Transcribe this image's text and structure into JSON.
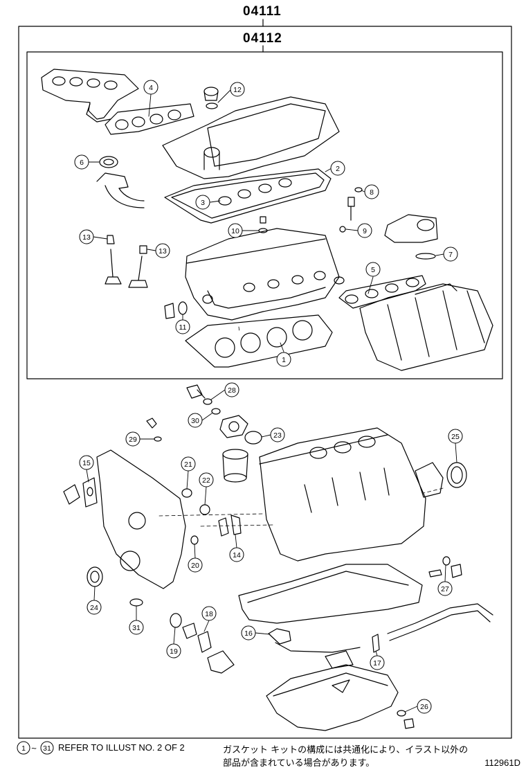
{
  "header": {
    "outer_code": "04111",
    "inner_code": "04112"
  },
  "callouts": [
    {
      "label": "1"
    },
    {
      "label": "2"
    },
    {
      "label": "3"
    },
    {
      "label": "4"
    },
    {
      "label": "5"
    },
    {
      "label": "6"
    },
    {
      "label": "7"
    },
    {
      "label": "8"
    },
    {
      "label": "9"
    },
    {
      "label": "10"
    },
    {
      "label": "11"
    },
    {
      "label": "12"
    },
    {
      "label": "13"
    },
    {
      "label": "13"
    },
    {
      "label": "14"
    },
    {
      "label": "15"
    },
    {
      "label": "16"
    },
    {
      "label": "17"
    },
    {
      "label": "18"
    },
    {
      "label": "19"
    },
    {
      "label": "20"
    },
    {
      "label": "21"
    },
    {
      "label": "22"
    },
    {
      "label": "23"
    },
    {
      "label": "24"
    },
    {
      "label": "25"
    },
    {
      "label": "26"
    },
    {
      "label": "27"
    },
    {
      "label": "28"
    },
    {
      "label": "29"
    },
    {
      "label": "30"
    },
    {
      "label": "31"
    }
  ],
  "footer": {
    "range_start": "1",
    "range_sep": "~",
    "range_end": "31",
    "refer_text": "REFER TO ILLUST NO. 2 OF 2",
    "jp_line1": "ガスケット キットの構成には共通化により、イラスト以外の",
    "jp_line2": "部品が含まれている場合があります。",
    "figure_id": "112961D"
  }
}
